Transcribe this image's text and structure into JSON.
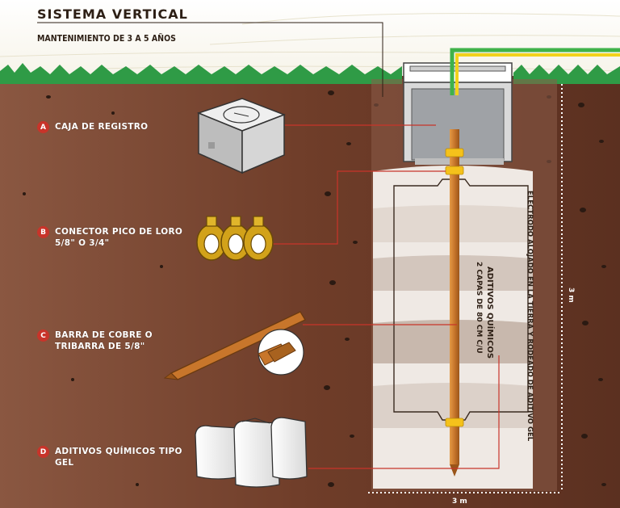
{
  "header": {
    "title": "SISTEMA VERTICAL",
    "subtitle": "MANTENIMIENTO DE 3 A 5 AÑOS"
  },
  "components": [
    {
      "badge": "A",
      "label": "CAJA DE REGISTRO"
    },
    {
      "badge": "B",
      "label": "CONECTOR PICO DE LORO 5/8\" O 3/4\""
    },
    {
      "badge": "C",
      "label": "BARRA DE COBRE O TRIBARRA DE 5/8\""
    },
    {
      "badge": "D",
      "label": "ADITIVOS QUÍMICOS TIPO GEL"
    }
  ],
  "diagram": {
    "electrode_text": "ELECTRODO ALOJADO EN LA TIERRA Y RODEADO DE ADITIVO GEL",
    "additive_text": "ADITIVOS QUÍMICOS",
    "layers_text": "2 CAPAS DE 80 CM C/U",
    "depth_label": "3 m",
    "width_label": "3 m"
  },
  "colors": {
    "accent_red": "#c8342a",
    "soil": "#6b3a26",
    "grass": "#2f9b46",
    "copper": "#c8762b",
    "connector": "#f5c21b",
    "cable_green": "#3fb24a",
    "cable_yellow": "#f1d21c"
  }
}
